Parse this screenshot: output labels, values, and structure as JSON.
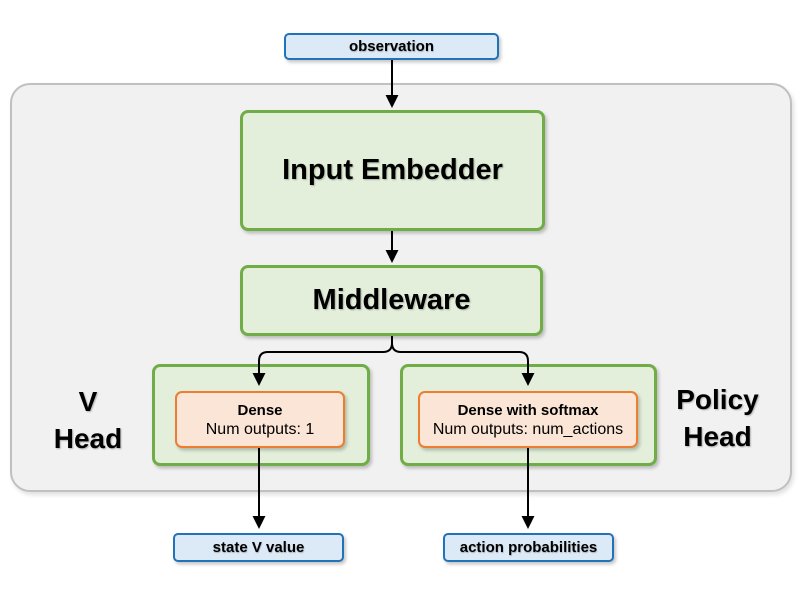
{
  "colors": {
    "blue_border": "#2272b9",
    "blue_fill": "#dce9f6",
    "green_border": "#70ad47",
    "green_fill": "#e3efda",
    "orange_border": "#ed7d31",
    "orange_fill": "#fbe5d6",
    "container_border": "#c0c0c0",
    "container_fill": "#f1f1f2",
    "arrow": "#000000",
    "text": "#000000"
  },
  "nodes": {
    "observation": {
      "label": "observation"
    },
    "input_embedder": {
      "label": "Input Embedder"
    },
    "middleware": {
      "label": "Middleware"
    },
    "v_head": {
      "label_line1": "V",
      "label_line2": "Head",
      "dense_title": "Dense",
      "dense_subtitle": "Num outputs: 1"
    },
    "policy_head": {
      "label_line1": "Policy",
      "label_line2": "Head",
      "dense_title": "Dense with softmax",
      "dense_subtitle": "Num outputs: num_actions"
    },
    "state_v_value": {
      "label": "state V value"
    },
    "action_probabilities": {
      "label": "action probabilities"
    }
  }
}
